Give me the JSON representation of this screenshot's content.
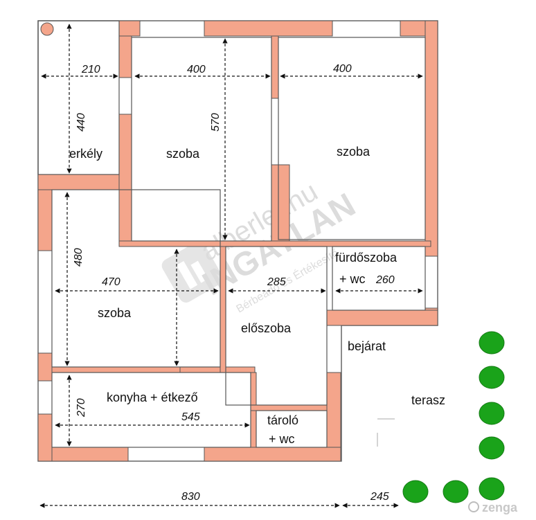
{
  "colors": {
    "wall": "#f4a58b",
    "wall_gap": "#ffffff",
    "outline": "#555555",
    "tree": "#1aa31a",
    "watermark": "#d9d9d9"
  },
  "rooms": {
    "balcony": "erkély",
    "room1": "szoba",
    "room2": "szoba",
    "room3": "szoba",
    "bathroom_line1": "fürdőszoba",
    "bathroom_line2": "+ wc",
    "hall": "előszoba",
    "kitchen": "konyha + étkező",
    "storage_line1": "tároló",
    "storage_line2": "+ wc",
    "entrance": "bejárat",
    "terrace": "terasz"
  },
  "dimensions": {
    "balcony_width": "210",
    "balcony_depth": "440",
    "room1_width": "400",
    "room1_depth": "570",
    "room2_width": "400",
    "room3_depth": "480",
    "room3_width": "470",
    "hall_width": "285",
    "bathroom_width": "260",
    "kitchen_depth": "270",
    "kitchen_width": "545",
    "total_width": "830",
    "terrace_width": "245"
  },
  "watermark": {
    "site": "alberlet.hu",
    "brand": "INGATLAN",
    "tagline": "Bérbeadó és Értékesítő",
    "corner_logo": "zenga"
  },
  "icons": [
    "radiator-circle-icon",
    "tree-icon",
    "watermark-logo-icon",
    "zenga-logo-icon"
  ]
}
